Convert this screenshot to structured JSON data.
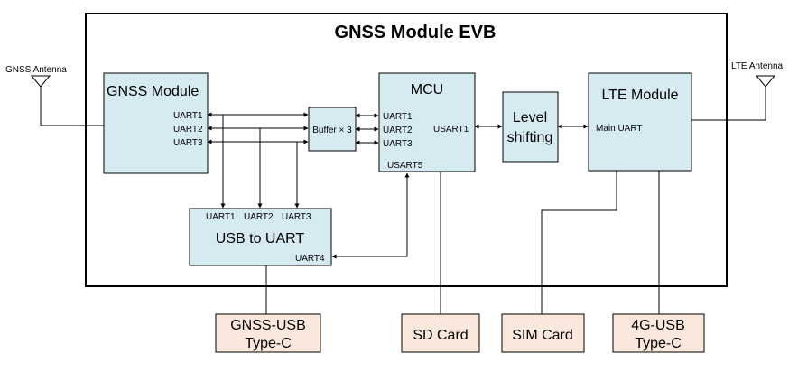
{
  "title": "GNSS Module EVB",
  "antennas": {
    "gnss": "GNSS Antenna",
    "lte": "LTE Antenna"
  },
  "blocks": {
    "gnss_module": {
      "title": "GNSS Module",
      "ports": [
        "UART1",
        "UART2",
        "UART3"
      ]
    },
    "buffer": {
      "label": "Buffer × 3"
    },
    "mcu": {
      "title": "MCU",
      "ports_left": [
        "UART1",
        "UART2",
        "UART3"
      ],
      "port_right": "USART1",
      "port_bottom": "USART5"
    },
    "level_shifting": {
      "line1": "Level",
      "line2": "shifting"
    },
    "lte_module": {
      "title": "LTE Module",
      "port": "Main UART"
    },
    "usb_to_uart": {
      "title": "USB to UART",
      "ports_top": [
        "UART1",
        "UART2",
        "UART3"
      ],
      "port_right": "UART4"
    }
  },
  "connectors": {
    "gnss_usb": {
      "line1": "GNSS-USB",
      "line2": "Type-C"
    },
    "sd_card": {
      "label": "SD Card"
    },
    "sim_card": {
      "label": "SIM Card"
    },
    "usb_4g": {
      "line1": "4G-USB",
      "line2": "Type-C"
    }
  },
  "colors": {
    "block_fill": "#d6eaf2",
    "connector_fill": "#fbe8dc",
    "line": "#000000"
  }
}
